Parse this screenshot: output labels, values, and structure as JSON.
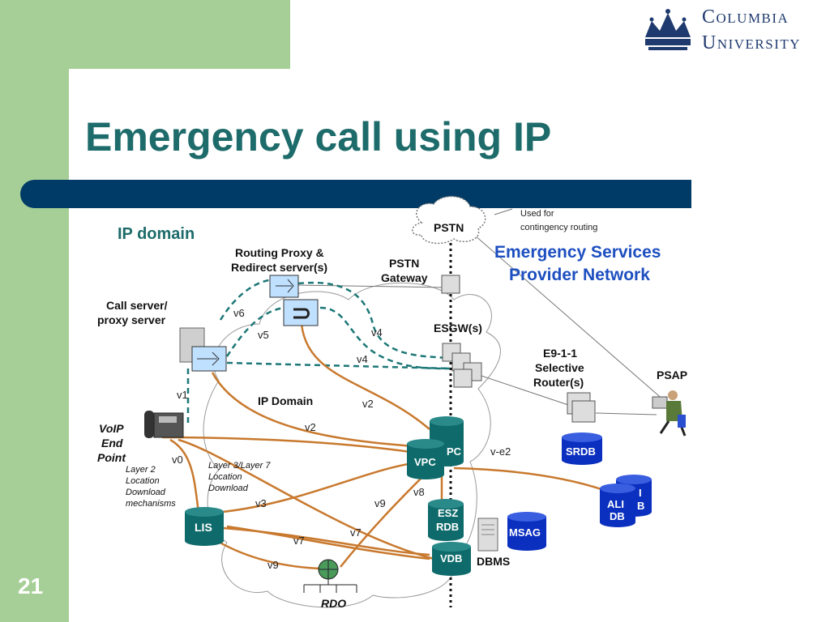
{
  "slide": {
    "title": "Emergency call using IP",
    "number": "21",
    "logo": {
      "line1": "Columbia",
      "line2": "University",
      "icon": "crown-icon"
    }
  },
  "diagram": {
    "regions": {
      "ip_domain_heading": "IP domain",
      "ip_domain_cloud": "IP Domain",
      "esp_network_line1": "Emergency Services",
      "esp_network_line2": "Provider Network"
    },
    "nodes": {
      "pstn": "PSTN",
      "pstn_note_line1": "Used for",
      "pstn_note_line2": "contingency routing",
      "routing_proxy_line1": "Routing Proxy &",
      "routing_proxy_line2": "Redirect server(s)",
      "pstn_gateway_line1": "PSTN",
      "pstn_gateway_line2": "Gateway",
      "call_server_line1": "Call server/",
      "call_server_line2": "proxy server",
      "esgw": "ESGW(s)",
      "e911_line1": "E9-1-1",
      "e911_line2": "Selective",
      "e911_line3": "Router(s)",
      "psap": "PSAP",
      "voip_line1": "VoIP",
      "voip_line2": "End",
      "voip_line3": "Point",
      "layer2_line1": "Layer 2",
      "layer2_line2": "Location",
      "layer2_line3": "Download",
      "layer2_line4": "mechanisms",
      "layer37_line1": "Layer 3/Layer 7",
      "layer37_line2": "Location",
      "layer37_line3": "Download",
      "srdb": "SRDB",
      "vpc": "VPC",
      "vpc_back": "PC",
      "ali_line1": "ALI",
      "ali_line2": "DB",
      "ali_back_line1": "I",
      "ali_back_line2": "B",
      "esz_line1": "ESZ",
      "esz_line2": "RDB",
      "msag": "MSAG",
      "vdb": "VDB",
      "dbms": "DBMS",
      "lis": "LIS",
      "rdo": "RDO"
    },
    "interfaces": {
      "v0": "v0",
      "v1": "v1",
      "v2a": "v2",
      "v2b": "v2",
      "v3": "v3",
      "v4a": "v4",
      "v4b": "v4",
      "v5": "v5",
      "v6": "v6",
      "v7a": "v7",
      "v7b": "v7",
      "v8": "v8",
      "v9a": "v9",
      "v9b": "v9",
      "ve2": "v-e2"
    },
    "colors": {
      "orange_link": "#c8792e",
      "teal_dashed": "#1d7777",
      "db_teal": "#0f6b6b",
      "db_blue": "#0b2fbf",
      "title_teal": "#1d6b6a",
      "bar_navy": "#003a66",
      "green": "#a5cf96"
    }
  }
}
